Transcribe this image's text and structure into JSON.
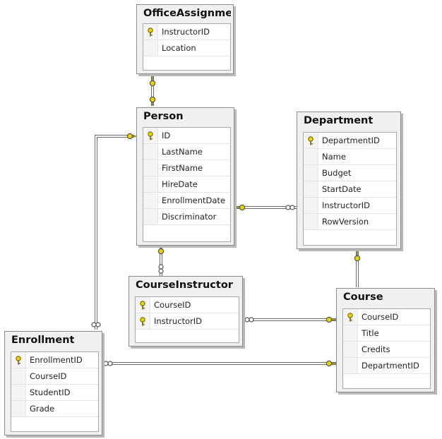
{
  "tables": {
    "office": {
      "title": "OfficeAssignment",
      "columns": [
        {
          "name": "InstructorID",
          "key": true
        },
        {
          "name": "Location",
          "key": false
        }
      ]
    },
    "person": {
      "title": "Person",
      "columns": [
        {
          "name": "ID",
          "key": true
        },
        {
          "name": "LastName",
          "key": false
        },
        {
          "name": "FirstName",
          "key": false
        },
        {
          "name": "HireDate",
          "key": false
        },
        {
          "name": "EnrollmentDate",
          "key": false
        },
        {
          "name": "Discriminator",
          "key": false
        }
      ]
    },
    "department": {
      "title": "Department",
      "columns": [
        {
          "name": "DepartmentID",
          "key": true
        },
        {
          "name": "Name",
          "key": false
        },
        {
          "name": "Budget",
          "key": false
        },
        {
          "name": "StartDate",
          "key": false
        },
        {
          "name": "InstructorID",
          "key": false
        },
        {
          "name": "RowVersion",
          "key": false
        }
      ]
    },
    "courseinstructor": {
      "title": "CourseInstructor",
      "columns": [
        {
          "name": "CourseID",
          "key": true
        },
        {
          "name": "InstructorID",
          "key": true
        }
      ]
    },
    "course": {
      "title": "Course",
      "columns": [
        {
          "name": "CourseID",
          "key": true
        },
        {
          "name": "Title",
          "key": false
        },
        {
          "name": "Credits",
          "key": false
        },
        {
          "name": "DepartmentID",
          "key": false
        }
      ]
    },
    "enrollment": {
      "title": "Enrollment",
      "columns": [
        {
          "name": "EnrollmentID",
          "key": true
        },
        {
          "name": "CourseID",
          "key": false
        },
        {
          "name": "StudentID",
          "key": false
        },
        {
          "name": "Grade",
          "key": false
        }
      ]
    }
  },
  "colors": {
    "key_icon": "#e8d400",
    "key_outline": "#6b6300",
    "connector": "#6a6a6a"
  }
}
